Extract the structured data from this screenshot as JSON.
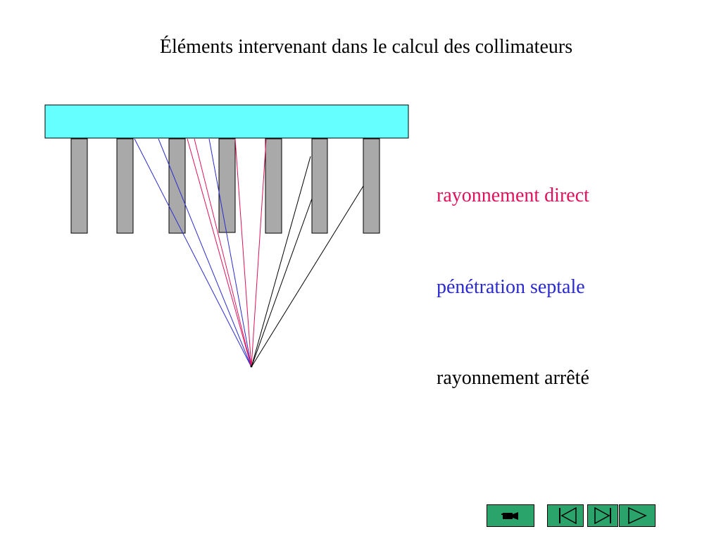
{
  "slide": {
    "title": "Éléments intervenant dans le calcul des collimateurs"
  },
  "legend": {
    "direct": {
      "label": "rayonnement direct",
      "color": "#e0105a"
    },
    "septal": {
      "label": "pénétration septale",
      "color": "#2a2ad0"
    },
    "stopped": {
      "label": "rayonnement arrêté",
      "color": "#000000"
    }
  },
  "diagram": {
    "crystal_color": "#66ffff",
    "septa_color": "#a9a9a9"
  },
  "navigation": {
    "buttons": [
      {
        "name": "camera-button",
        "icon": "camera-icon"
      },
      {
        "name": "first-slide-button",
        "icon": "skip-back-icon"
      },
      {
        "name": "last-slide-button",
        "icon": "skip-forward-icon"
      },
      {
        "name": "next-slide-button",
        "icon": "play-icon"
      }
    ],
    "button_color": "#2aa46a"
  }
}
